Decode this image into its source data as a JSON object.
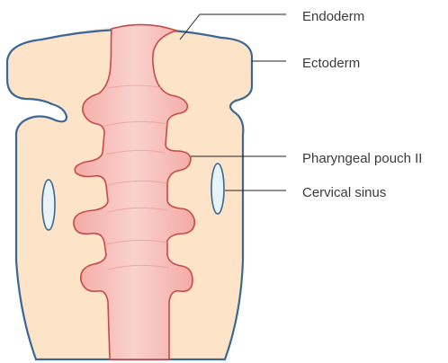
{
  "labels": {
    "endoderm": "Endoderm",
    "ectoderm": "Ectoderm",
    "pharyngeal_pouch": "Pharyngeal pouch II",
    "cervical_sinus": "Cervical sinus"
  },
  "colors": {
    "ectoderm_fill": "#fde3c8",
    "ectoderm_outline": "#3b6795",
    "endoderm_fill": "#f6b8b3",
    "endoderm_outline": "#c54a4a",
    "sinus_fill": "#e8f4f8",
    "leader_line": "#222222"
  }
}
